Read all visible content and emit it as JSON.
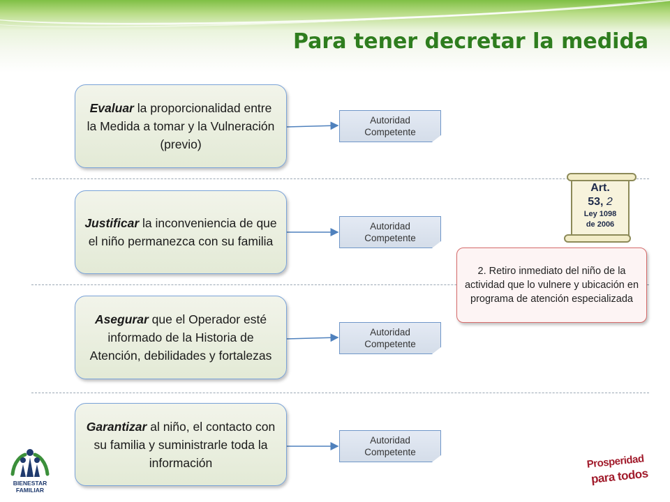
{
  "header": {
    "title": "Para tener decretar la medida",
    "accent_color": "#2e7d1e"
  },
  "steps": [
    {
      "verb": "Evaluar",
      "rest": " la proporcionalidad entre la Medida a tomar y la Vulneración (previo)",
      "authority": [
        "Autoridad",
        "Competente"
      ]
    },
    {
      "verb": "Justificar",
      "rest": " la inconveniencia de que el niño permanezca con su familia",
      "authority": [
        "Autoridad",
        "Competente"
      ]
    },
    {
      "verb": "Asegurar",
      "rest": " que el Operador esté informado de la Historia de Atención, debilidades y fortalezas",
      "authority": [
        "Autoridad",
        "Competente"
      ]
    },
    {
      "verb": "Garantizar",
      "rest": " al niño, el contacto con su familia y suministrarle toda la información",
      "authority": [
        "Autoridad",
        "Competente"
      ]
    }
  ],
  "legal_reference": {
    "article": "Art.",
    "number": "53,",
    "numeral": " 2",
    "law": "Ley 1098",
    "year": "de 2006"
  },
  "measure_note": "2. Retiro inmediato del niño de la actividad que lo vulnere y ubicación en programa de atención especializada",
  "logos": {
    "left": "BIENESTAR FAMILIAR",
    "right_line1": "Prosperidad",
    "right_line2": "para todos"
  }
}
